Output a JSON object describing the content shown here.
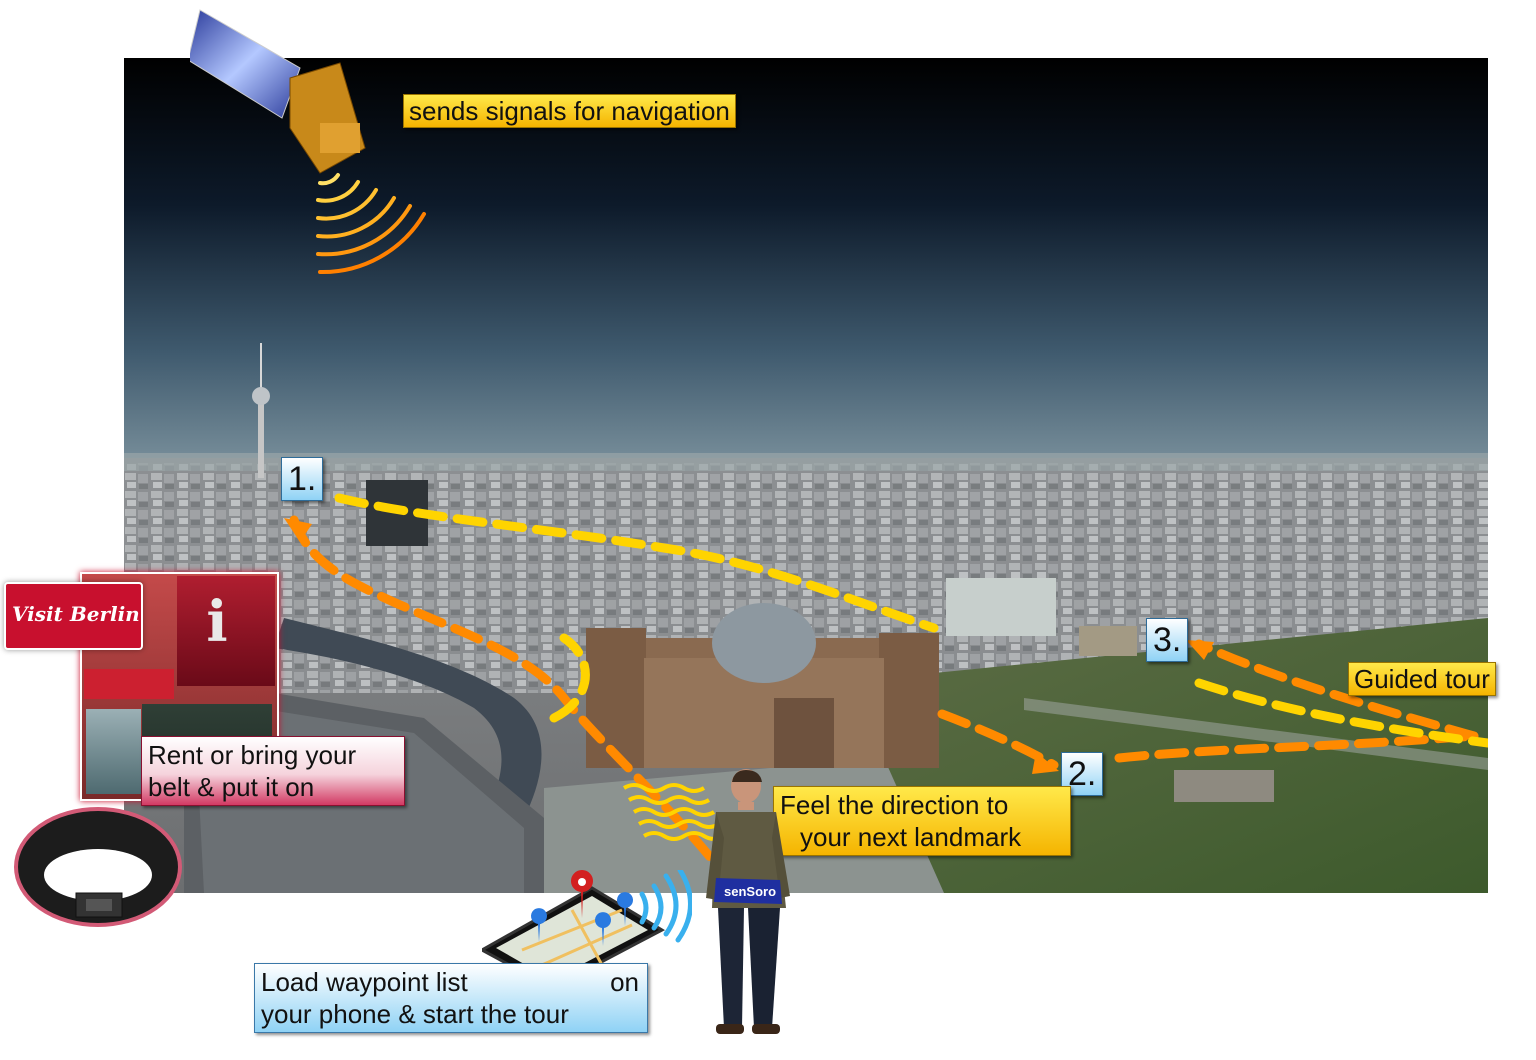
{
  "labels": {
    "satellite": "sends signals for navigation",
    "rent_line1": "Rent or bring your",
    "rent_line2": "belt & put it on",
    "feel_line1": "Feel the direction to",
    "feel_line2": "your next landmark",
    "guided_tour": "Guided tour",
    "load_line1_a": "Load waypoint list",
    "load_line1_b": "on",
    "load_line2": "your phone & start the tour"
  },
  "waypoints": [
    "1.",
    "2.",
    "3."
  ],
  "branding": {
    "visit_berlin_logo": "Visit Berlin",
    "belt_text": "senSoro",
    "info_sign": "i"
  },
  "colors": {
    "sky_top": "#000000",
    "sky_bottom": "#6e8a9a",
    "route_orange": "#ff8a00",
    "route_yellow": "#ffd400",
    "label_yellow": "#ffd21a",
    "label_blue": "#8fd2f5",
    "label_red": "#d23a63",
    "brand_red": "#c8102e"
  }
}
